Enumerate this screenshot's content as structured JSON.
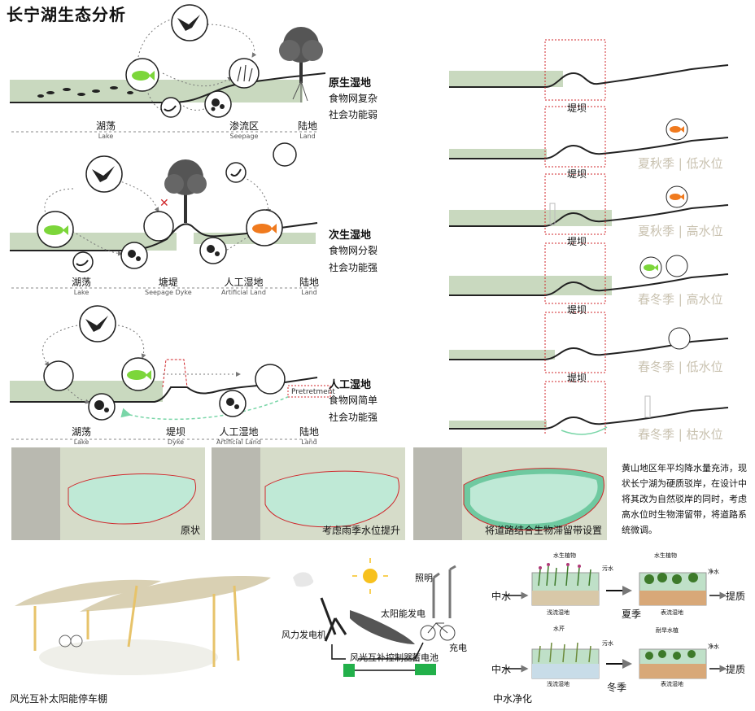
{
  "title": "长宁湖生态分析",
  "wetlands": [
    {
      "name": "原生湿地",
      "line1": "食物网复杂",
      "line2": "社会功能弱",
      "zones": [
        {
          "cn": "湖荡",
          "en": "Lake"
        },
        {
          "cn": "渗流区",
          "en": "Seepage"
        },
        {
          "cn": "陆地",
          "en": "Land"
        }
      ]
    },
    {
      "name": "次生湿地",
      "line1": "食物网分裂",
      "line2": "社会功能强",
      "zones": [
        {
          "cn": "湖荡",
          "en": "Lake"
        },
        {
          "cn": "塘堤",
          "en": "Seepage  Dyke"
        },
        {
          "cn": "人工湿地",
          "en": "Artificial Land"
        },
        {
          "cn": "陆地",
          "en": "Land"
        }
      ]
    },
    {
      "name": "人工湿地",
      "line1": "食物网简单",
      "line2": "社会功能强",
      "zones": [
        {
          "cn": "湖荡",
          "en": "Lake"
        },
        {
          "cn": "堤坝",
          "en": "Dyke"
        },
        {
          "cn": "人工湿地",
          "en": "Artificial Land"
        },
        {
          "cn": "陆地",
          "en": "Land"
        }
      ],
      "pretreatment": "Pretretment"
    }
  ],
  "sections": [
    {
      "dam": "堤坝",
      "season": "",
      "level": ""
    },
    {
      "dam": "堤坝",
      "season": "夏秋季",
      "level": "低水位"
    },
    {
      "dam": "堤坝",
      "season": "夏秋季",
      "level": "高水位"
    },
    {
      "dam": "堤坝",
      "season": "春冬季",
      "level": "高水位"
    },
    {
      "dam": "堤坝",
      "season": "春冬季",
      "level": "低水位"
    },
    {
      "dam": "",
      "season": "春冬季",
      "level": "枯水位"
    }
  ],
  "maps": [
    {
      "caption": "原状"
    },
    {
      "caption": "考虑雨季水位提升"
    },
    {
      "caption": "将道路结合生物滞留带设置"
    }
  ],
  "paragraph": "黄山地区年平均降水量充沛，现状长宁湖为硬质驳岸，在设计中将其改为自然驳岸的同时，考虑高水位时生物滞留带，将道路系统微调。",
  "carport": {
    "caption": "风光互补太阳能停车棚"
  },
  "energy": {
    "lighting": "照明",
    "solar": "太阳能发电",
    "wind": "风力发电机",
    "controller": "风光互补控制器",
    "battery": "蓄电池",
    "charge": "充电"
  },
  "purify": {
    "title": "中水净化",
    "in1": "中水",
    "in2": "中水",
    "out1": "提质",
    "out2": "提质",
    "summer": "夏季",
    "winter": "冬季",
    "small": {
      "plant1": "水生植物",
      "sewage1": "污水",
      "plant2": "水生植物",
      "clean1": "净水",
      "shallow1": "浅流湿地",
      "surface1": "表流湿地",
      "reed": "水芹",
      "sewage2": "污水",
      "plant3": "耐旱水植",
      "clean2": "净水",
      "shallow2": "浅流湿地",
      "surface2": "表流湿地"
    }
  },
  "colors": {
    "water": "#c9d9bf",
    "fish_green": "#7cd63a",
    "fish_orange": "#f07a1e",
    "dam_box": "#d0272b",
    "arrow_green": "#7ad6a8"
  }
}
